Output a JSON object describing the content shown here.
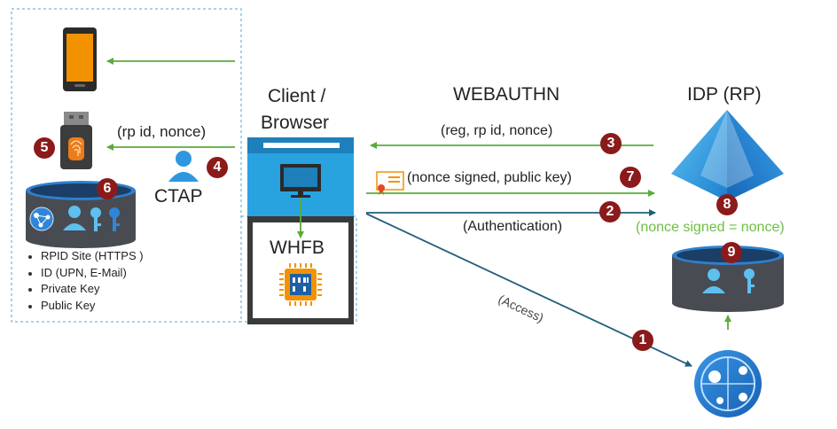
{
  "colors": {
    "green_arrow": "#5aac3a",
    "blue_arrow": "#1f5f7a",
    "dashed_border": "#4aa8d8",
    "badge": "#8b1a1a",
    "client_blue": "#29a3e0",
    "client_dark": "#3a3a3a",
    "idp_blue": "#2d95df",
    "nonce_note": "#6cbf44"
  },
  "labels": {
    "client_browser_line1": "Client /",
    "client_browser_line2": "Browser",
    "webauthn": "WEBAUTHN",
    "idp": "IDP (RP)",
    "ctap": "CTAP",
    "whfb": "WHFB",
    "rp_id_nonce": "(rp id, nonce)",
    "reg_rp_id_nonce": "(reg, rp id, nonce)",
    "nonce_signed_public_key": "(nonce signed, public key)",
    "authentication": "(Authentication)",
    "access": "(Access)",
    "nonce_check": "(nonce signed = nonce)"
  },
  "authenticator_attributes": [
    "RPID Site (HTTPS )",
    "ID (UPN, E-Mail)",
    "Private Key",
    "Public Key"
  ],
  "steps": [
    "1",
    "2",
    "3",
    "4",
    "5",
    "6",
    "7",
    "8",
    "9"
  ],
  "icons": [
    "phone-icon",
    "usb-security-key-icon",
    "fingerprint-icon",
    "user-icon",
    "key-icon",
    "globe-icon",
    "chip-icon",
    "certificate-icon",
    "monitor-icon",
    "idp-pyramid-icon",
    "web-app-globe-icon",
    "database-icon"
  ]
}
